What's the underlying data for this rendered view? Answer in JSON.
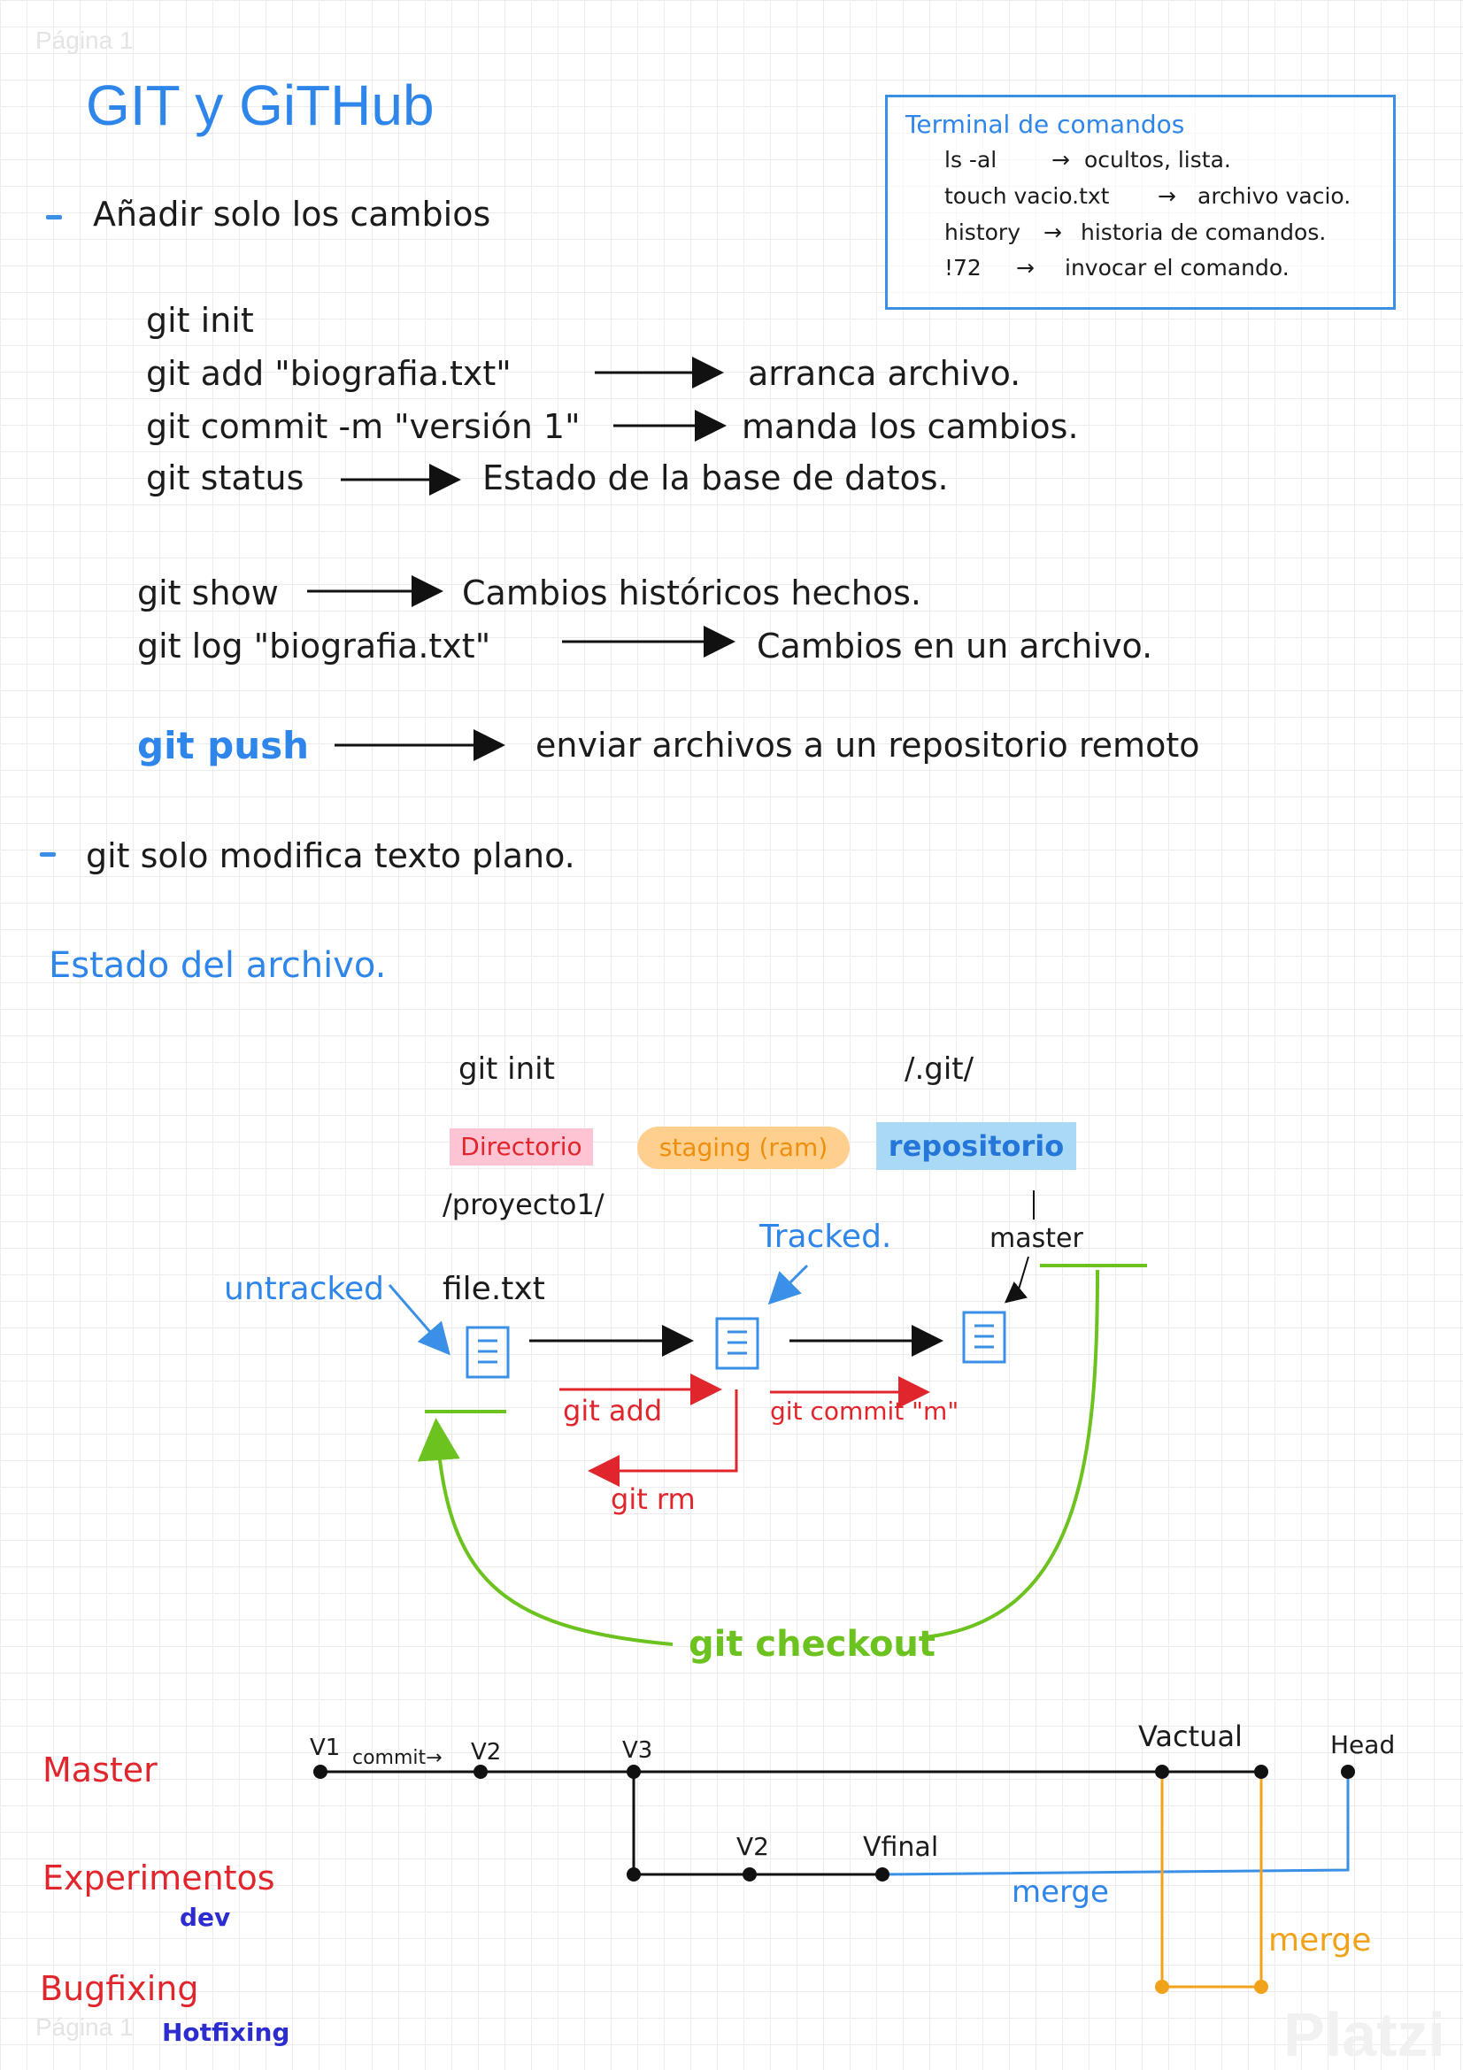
{
  "page": {
    "page_label_top": "Página 1",
    "page_label_bottom": "Página 1",
    "title": "GIT y GiTHub",
    "logo": "Platzi"
  },
  "terminal": {
    "heading": "Terminal de comandos",
    "rows": [
      {
        "cmd": "ls  -al",
        "desc": "ocultos, lista."
      },
      {
        "cmd": "touch  vacio.txt",
        "desc": "archivo vacio."
      },
      {
        "cmd": "history",
        "desc": "historia de comandos."
      },
      {
        "cmd": "!72",
        "desc": "invocar el comando."
      }
    ]
  },
  "notes": {
    "bullet1": "Añadir  solo  los  cambios",
    "commands": [
      {
        "cmd": "git  init",
        "desc": ""
      },
      {
        "cmd": "git  add  \"biografia.txt\"",
        "desc": "arranca  archivo."
      },
      {
        "cmd": "git  commit  -m  \"versión 1\"",
        "desc": "manda  los  cambios."
      },
      {
        "cmd": "git  status",
        "desc": "Estado  de  la  base  de  datos."
      },
      {
        "cmd": "git  show",
        "desc": "Cambios  históricos  hechos."
      },
      {
        "cmd": "git  log  \"biografia.txt\"",
        "desc": "Cambios  en  un  archivo."
      },
      {
        "cmd": "git  push",
        "desc": "enviar  archivos  a  un  repositorio  remoto"
      }
    ],
    "bullet2": "git  solo  modifica  texto  plano."
  },
  "file_state": {
    "heading": "Estado  del  archivo.",
    "git_init": "git init",
    "git_dir": "/.git/",
    "directorio": "Directorio",
    "staging": "staging (ram)",
    "repositorio": "repositorio",
    "proyecto": "/proyecto1/",
    "tracked": "Tracked.",
    "master": "master",
    "untracked": "untracked",
    "file": "file.txt",
    "git_add": "git add",
    "git_commit": "git commit  \"m\"",
    "git_rm": "git rm",
    "git_checkout": "git checkout",
    "colors": {
      "directorio_bg": "#ffc4d4",
      "staging_bg": "#ffcf8e",
      "repositorio_bg": "#a9d9f5"
    }
  },
  "branches": {
    "master": "Master",
    "experimentos": "Experimentos",
    "dev": "dev",
    "bugfixing": "Bugfixing",
    "hotfixing": "Hotfixing",
    "v1": "V1",
    "commit": "commit→",
    "v2_master": "V2",
    "v3": "V3",
    "vactual": "Vactual",
    "head": "Head",
    "v2_exp": "V2",
    "vfinal": "Vfinal",
    "merge_blue": "merge",
    "merge_orange": "merge"
  }
}
